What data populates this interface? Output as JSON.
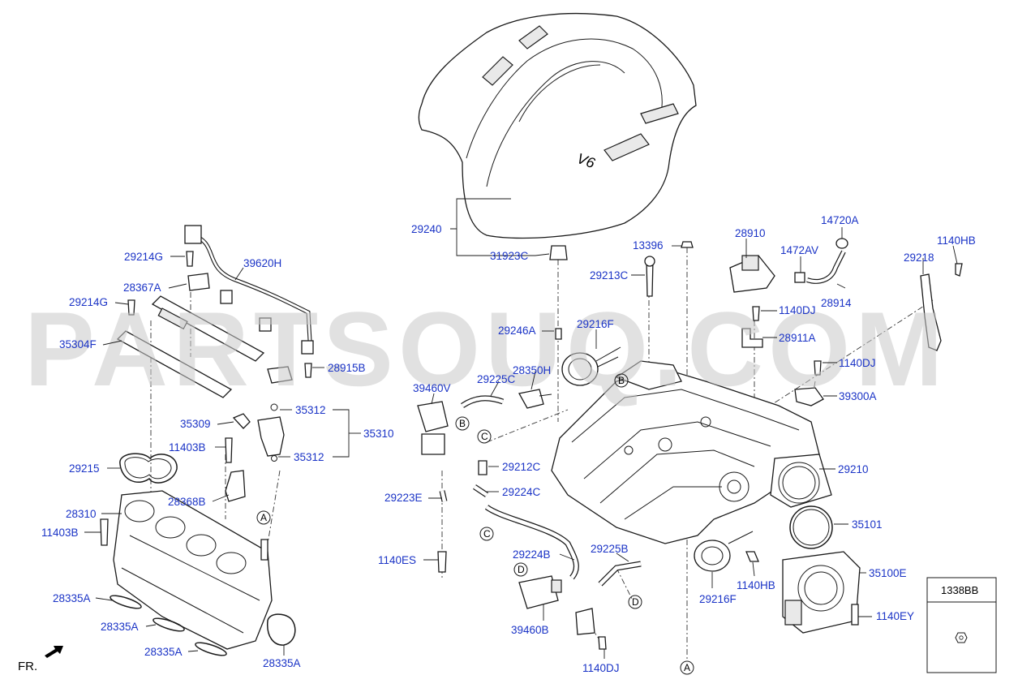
{
  "watermark": "PARTSOUQ.COM",
  "cover_badge": "V6",
  "fr_label": "FR.",
  "inset_box": {
    "label": "1338BB"
  },
  "circles": {
    "a1": "A",
    "a2": "A",
    "b1": "B",
    "b2": "B",
    "c1": "C",
    "c2": "C",
    "d1": "D",
    "d2": "D"
  },
  "labels": {
    "p29240": "29240",
    "p31923C": "31923C",
    "p13396": "13396",
    "p29213C": "29213C",
    "p28910": "28910",
    "p14720A": "14720A",
    "p1472AV": "1472AV",
    "p1140HB_top": "1140HB",
    "p29218": "29218",
    "p28914": "28914",
    "p1140DJ_a": "1140DJ",
    "p28911A": "28911A",
    "p1140DJ_b": "1140DJ",
    "p39300A": "39300A",
    "p29246A": "29246A",
    "p29216F_top": "29216F",
    "p28350H": "28350H",
    "p29225C": "29225C",
    "p39460V": "39460V",
    "p29212C": "29212C",
    "p29223E": "29223E",
    "p29224C": "29224C",
    "p29210": "29210",
    "p35101": "35101",
    "p1140ES": "1140ES",
    "p29224B": "29224B",
    "p29225B": "29225B",
    "p29216F_bot": "29216F",
    "p1140HB_bot": "1140HB",
    "p35100E": "35100E",
    "p39460B": "39460B",
    "p1140EY": "1140EY",
    "p1140DJ_c": "1140DJ",
    "p29214G_a": "29214G",
    "p39620H": "39620H",
    "p28367A": "28367A",
    "p29214G_b": "29214G",
    "p35304F": "35304F",
    "p28915B": "28915B",
    "p35312_a": "35312",
    "p35310": "35310",
    "p35309": "35309",
    "p11403B_a": "11403B",
    "p35312_b": "35312",
    "p29215": "29215",
    "p28368B": "28368B",
    "p28310": "28310",
    "p11403B_b": "11403B",
    "p28335A_a": "28335A",
    "p28335A_b": "28335A",
    "p28335A_c": "28335A",
    "p28335A_d": "28335A"
  },
  "colors": {
    "label_blue": "#1a33c6",
    "watermark": "#c9c9c9",
    "line": "#1a1a1a"
  }
}
